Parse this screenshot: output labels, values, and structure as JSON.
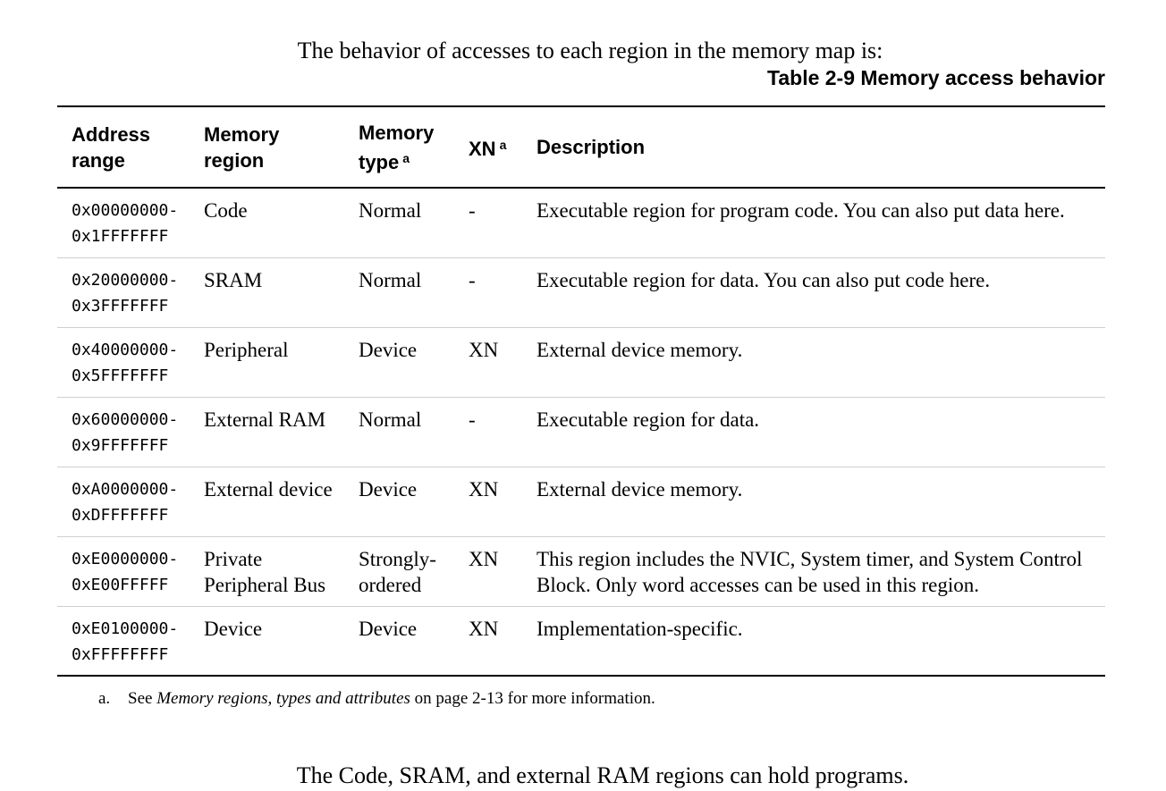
{
  "intro": "The behavior of accesses to each region in the memory map is:",
  "caption": "Table 2-9 Memory access behavior",
  "table": {
    "headers": {
      "address_range": [
        "Address",
        "range"
      ],
      "memory_region": [
        "Memory",
        "region"
      ],
      "memory_type": [
        "Memory",
        "type"
      ],
      "memory_type_note": "a",
      "xn": "XN",
      "xn_note": "a",
      "description": "Description"
    },
    "rows": [
      {
        "addr_start": "0x00000000-",
        "addr_end": "0x1FFFFFFF",
        "region": "Code",
        "type": "Normal",
        "xn": "-",
        "description": "Executable region for program code. You can also put data here."
      },
      {
        "addr_start": "0x20000000-",
        "addr_end": "0x3FFFFFFF",
        "region": "SRAM",
        "type": "Normal",
        "xn": "-",
        "description": "Executable region for data. You can also put code here."
      },
      {
        "addr_start": "0x40000000-",
        "addr_end": "0x5FFFFFFF",
        "region": "Peripheral",
        "type": "Device",
        "xn": "XN",
        "description": "External device memory."
      },
      {
        "addr_start": "0x60000000-",
        "addr_end": "0x9FFFFFFF",
        "region": "External RAM",
        "type": "Normal",
        "xn": "-",
        "description": "Executable region for data."
      },
      {
        "addr_start": "0xA0000000-",
        "addr_end": "0xDFFFFFFF",
        "region": "External device",
        "type": "Device",
        "xn": "XN",
        "description": "External device memory."
      },
      {
        "addr_start": "0xE0000000-",
        "addr_end": "0xE00FFFFF",
        "region": "Private Peripheral Bus",
        "type": "Strongly-ordered",
        "xn": "XN",
        "description": "This region includes the NVIC, System timer, and System Control Block. Only word accesses can be used in this region."
      },
      {
        "addr_start": "0xE0100000-",
        "addr_end": "0xFFFFFFFF",
        "region": "Device",
        "type": "Device",
        "xn": "XN",
        "description": "Implementation-specific."
      }
    ]
  },
  "footnote": {
    "mark": "a.",
    "prefix": "See",
    "link_text": "Memory regions, types and attributes",
    "suffix": "on page 2-13 for more information."
  },
  "closing": "The Code, SRAM, and external RAM regions can hold programs."
}
